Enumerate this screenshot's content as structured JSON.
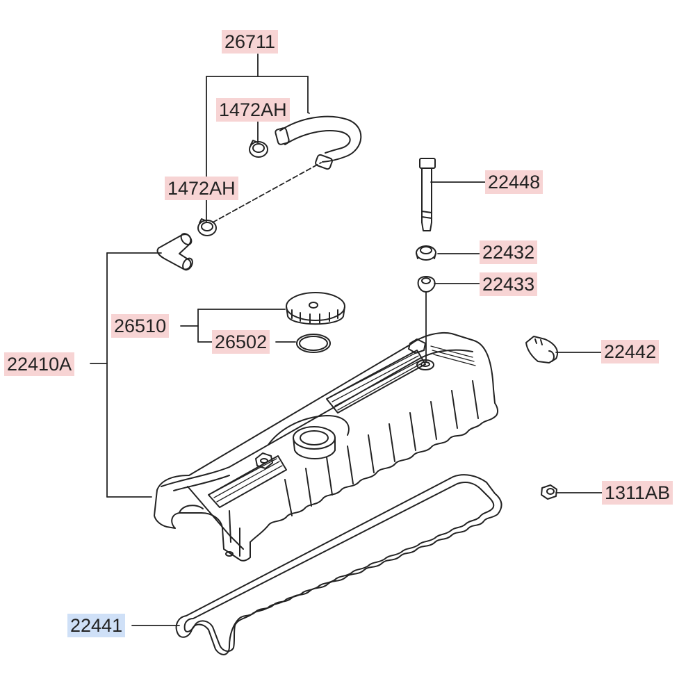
{
  "colors": {
    "callout_bg_default": "#f7d4d4",
    "callout_bg_selected": "#cfe0f7",
    "line": "#222222"
  },
  "callouts": {
    "p26711": "26711",
    "p1472AH_top": "1472AH",
    "p1472AH_mid": "1472AH",
    "p22448": "22448",
    "p22432": "22432",
    "p22433": "22433",
    "p26510": "26510",
    "p26502": "26502",
    "p22442": "22442",
    "p22410A": "22410A",
    "p1311AB": "1311AB",
    "p22441": "22441"
  }
}
